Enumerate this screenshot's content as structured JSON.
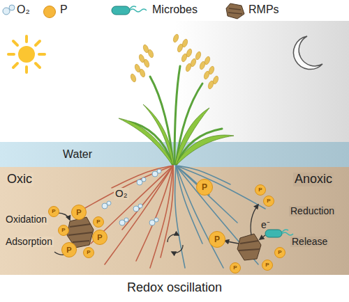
{
  "diagram": {
    "caption": "Redox oscillation",
    "labels": [
      "Water",
      "Oxic",
      "Anoxic",
      "O₂",
      "Oxidation",
      "Adsorption",
      "Reduction",
      "e⁻",
      "Release",
      "P",
      "P",
      "P",
      "P",
      "P",
      "P",
      "P",
      "P",
      "P",
      "P",
      "P",
      "P",
      "P",
      "P"
    ],
    "legend": [
      {
        "text": "O₂"
      },
      {
        "text": "P",
        "color": "#f6b73c"
      },
      {
        "text": "Microbes"
      },
      {
        "text": "RMPs"
      }
    ]
  }
}
